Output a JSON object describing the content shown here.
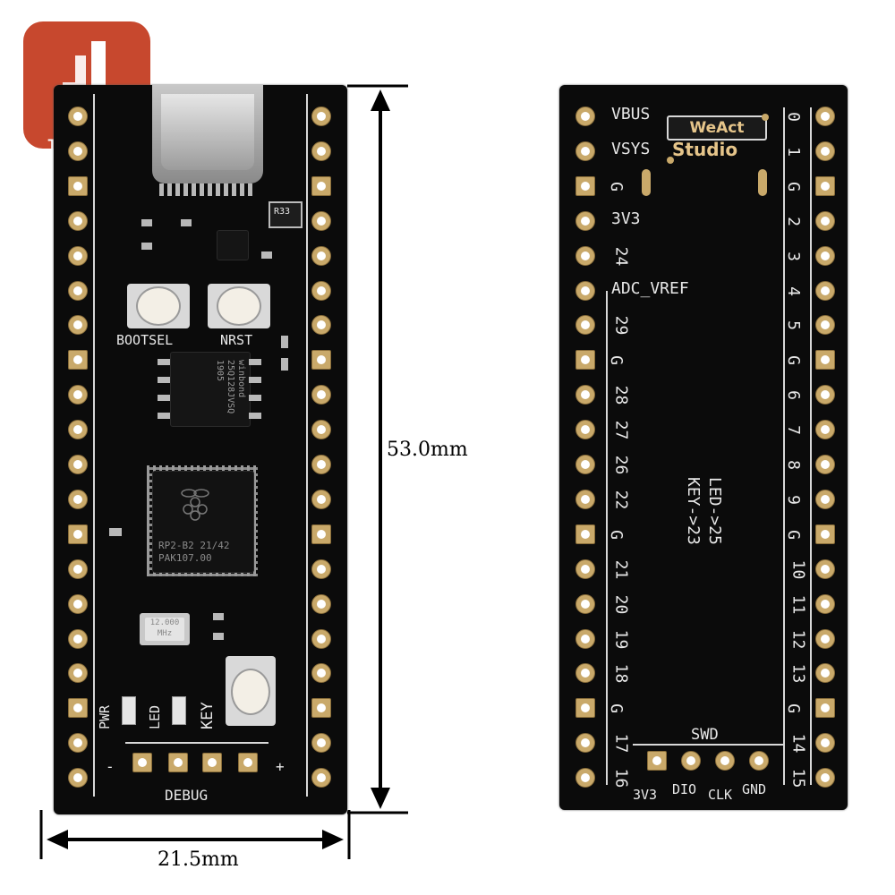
{
  "brand": {
    "name": "JIEJUN",
    "color": "#c7482e"
  },
  "dimensions": {
    "height": "53.0mm",
    "width": "21.5mm"
  },
  "front": {
    "buttons": {
      "boot": "BOOTSEL",
      "reset": "NRST",
      "user": "KEY"
    },
    "flash_chip": {
      "brand": "winbond",
      "part": "25Q128JVSQ",
      "code": "1905"
    },
    "mcu_chip": {
      "line1": "RP2-B2  21/42",
      "line2": "PAK107.00",
      "logo": "raspberry-logo"
    },
    "crystal": {
      "line1": "12.000",
      "line2": "MHz"
    },
    "leds": {
      "power": "PWR",
      "led": "LED"
    },
    "debug": {
      "label": "DEBUG",
      "minus": "-",
      "plus": "+"
    },
    "regulator": "R33"
  },
  "back": {
    "brand_line1": "WeAct",
    "brand_line2": "Studio",
    "left_labels": [
      "VBUS",
      "VSYS",
      "G",
      "3V3",
      "24",
      "ADC_VREF",
      "29",
      "G",
      "28",
      "27",
      "26",
      "22",
      "G",
      "21",
      "20",
      "19",
      "18",
      "G",
      "17",
      "16"
    ],
    "right_labels": [
      "0",
      "1",
      "G",
      "2",
      "3",
      "4",
      "5",
      "G",
      "6",
      "7",
      "8",
      "9",
      "G",
      "10",
      "11",
      "12",
      "13",
      "G",
      "14",
      "15"
    ],
    "notes": [
      "LED->25",
      "KEY->23"
    ],
    "swd": {
      "title": "SWD",
      "pins": [
        "3V3",
        "DIO",
        "CLK",
        "GND"
      ]
    }
  }
}
